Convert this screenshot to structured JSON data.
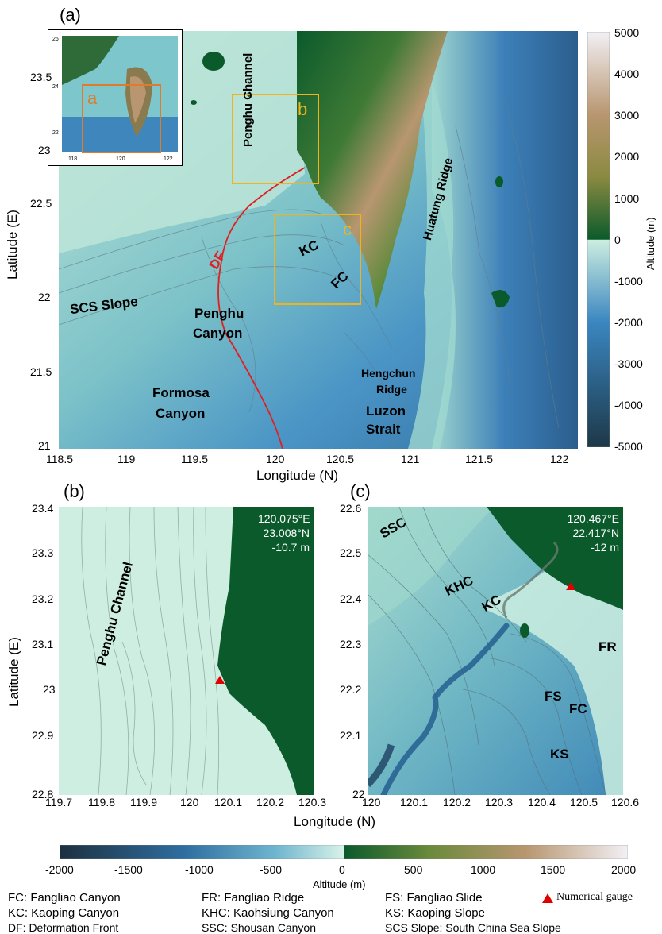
{
  "panels": {
    "a": {
      "letter": "(a)",
      "x_ticks": [
        "118.5",
        "119",
        "119.5",
        "120",
        "120.5",
        "121",
        "121.5",
        "122"
      ],
      "y_ticks": [
        "23.5",
        "23",
        "22.5",
        "22",
        "21.5",
        "21"
      ],
      "xlabel": "Longitude (N)",
      "ylabel": "Latitude (E)",
      "labels": {
        "penghu_channel": "Penghu Channel",
        "box_b": "b",
        "box_c": "c",
        "kc": "KC",
        "fc": "FC",
        "df": "DF",
        "huatung": "Huatung Ridge",
        "scs_slope": "SCS Slope",
        "penghu_canyon_1": "Penghu",
        "penghu_canyon_2": "Canyon",
        "formosa_1": "Formosa",
        "formosa_2": "Canyon",
        "hengchun_1": "Hengchun",
        "hengchun_2": "Ridge",
        "luzon_1": "Luzon",
        "luzon_2": "Strait"
      },
      "inset": {
        "box_a": "a",
        "x_ticks": [
          "118",
          "120",
          "122"
        ],
        "y_ticks": [
          "26",
          "24",
          "22"
        ]
      },
      "colorbar": {
        "ticks": [
          "5000",
          "4000",
          "3000",
          "2000",
          "1000",
          "0",
          "-1000",
          "-2000",
          "-3000",
          "-4000",
          "-5000"
        ],
        "label": "Altitude (m)"
      }
    },
    "b": {
      "letter": "(b)",
      "x_ticks": [
        "119.7",
        "119.8",
        "119.9",
        "120",
        "120.1",
        "120.2",
        "120.3"
      ],
      "y_ticks": [
        "23.4",
        "23.3",
        "23.2",
        "23.1",
        "23",
        "22.9",
        "22.8"
      ],
      "ylabel": "Latitude (E)",
      "label_channel": "Penghu Channel",
      "gauge": {
        "lon": "120.075°E",
        "lat": "23.008°N",
        "depth": "-10.7 m"
      }
    },
    "c": {
      "letter": "(c)",
      "x_ticks": [
        "120",
        "120.1",
        "120.2",
        "120.3",
        "120.4",
        "120.5",
        "120.6"
      ],
      "y_ticks": [
        "22.6",
        "22.5",
        "22.4",
        "22.3",
        "22.2",
        "22.1",
        "22"
      ],
      "labels": {
        "ssc": "SSC",
        "khc": "KHC",
        "kc": "KC",
        "fr": "FR",
        "fs": "FS",
        "fc": "FC",
        "ks": "KS"
      },
      "gauge": {
        "lon": "120.467°E",
        "lat": "22.417°N",
        "depth": "-12 m"
      }
    }
  },
  "bottom": {
    "xlabel": "Longitude (N)",
    "colorbar_ticks": [
      "-2000",
      "-1500",
      "-1000",
      "-500",
      "0",
      "500",
      "1000",
      "1500",
      "2000"
    ],
    "colorbar_label": "Altitude (m)"
  },
  "legend": {
    "fc": "FC: Fangliao Canyon",
    "kc": "KC: Kaoping Canyon",
    "df": "DF: Deformation Front",
    "fr": "FR: Fangliao Ridge",
    "khc": "KHC: Kaohsiung Canyon",
    "ssc": "SSC: Shousan Canyon",
    "fs": "FS: Fangliao Slide",
    "ks": "KS: Kaoping Slope",
    "scs": "SCS Slope: South China Sea Slope",
    "gauge": "Numerical gauge"
  },
  "colors": {
    "deep_ocean": "#1d4b5e",
    "mid_ocean": "#3a86c0",
    "shallow_ocean": "#cdeee0",
    "land_low": "#0b5a2c",
    "land_mid": "#5a8a3a",
    "land_high": "#b89670",
    "peak": "#f2f0f5",
    "box": "#f2b21c",
    "inset_box": "#e07b2a",
    "deformation_front": "#e02020",
    "gauge": "#e00000"
  }
}
